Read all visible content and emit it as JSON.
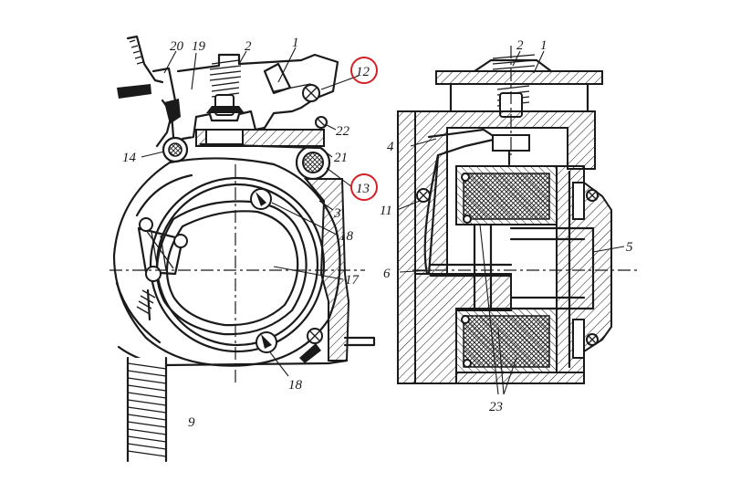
{
  "labels": {
    "l20": "20",
    "l19": "19",
    "l2a": "2",
    "l1a": "1",
    "l12": "12",
    "l22": "22",
    "l21": "21",
    "l14": "14",
    "l13": "13",
    "l3": "3",
    "l18a": "18",
    "l17": "17",
    "l18b": "18",
    "l9": "9",
    "l2b": "2",
    "l1b": "1",
    "l4": "4",
    "l11": "11",
    "l6": "6",
    "l5": "5",
    "l23": "23"
  },
  "highlight": {
    "color": "#d61f26",
    "labels": [
      "12",
      "13"
    ]
  }
}
